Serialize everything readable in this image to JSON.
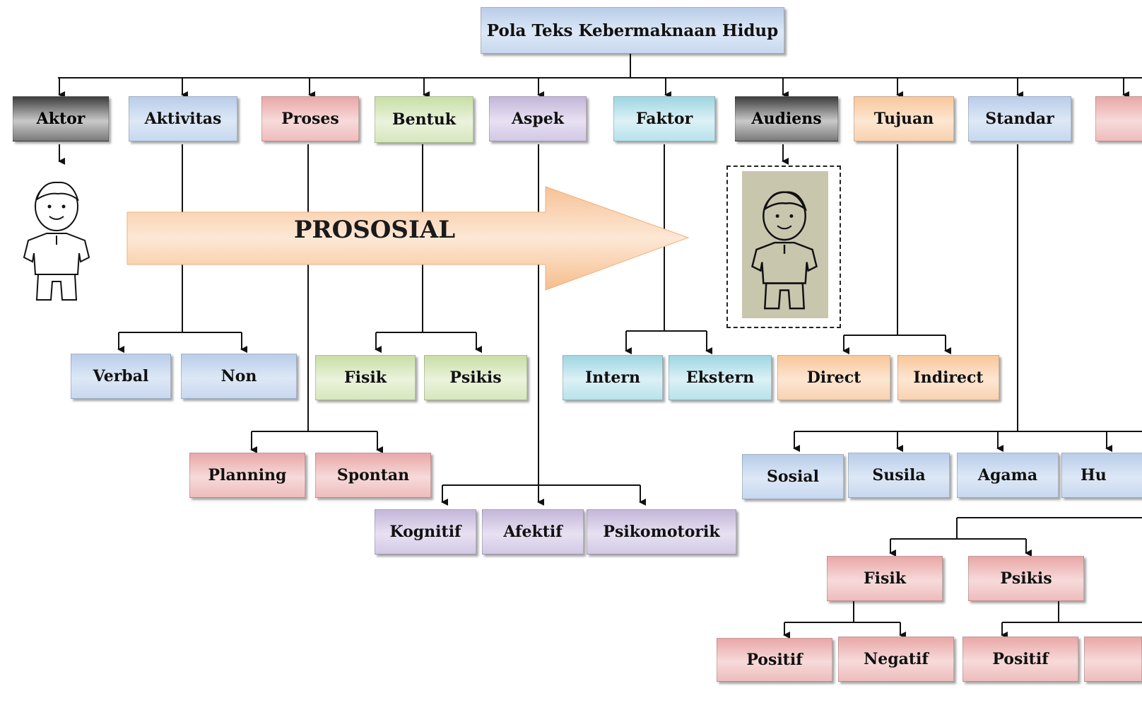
{
  "title": "Pola Teks Kebermaknaan Hidup",
  "categories": {
    "aktor": "Aktor",
    "aktivitas": "Aktivitas",
    "proses": "Proses",
    "bentuk": "Bentuk",
    "aspek": "Aspek",
    "faktor": "Faktor",
    "audiens": "Audiens",
    "tujuan": "Tujuan",
    "standar": "Standar"
  },
  "banner": {
    "label": "PROSOSIAL"
  },
  "aktivitas_items": [
    "Verbal",
    "Non"
  ],
  "bentuk_items": [
    "Fisik",
    "Psikis"
  ],
  "faktor_items": [
    "Intern",
    "Ekstern"
  ],
  "tujuan_items": [
    "Direct",
    "Indirect"
  ],
  "proses_items": [
    "Planning",
    "Spontan"
  ],
  "aspek_items": [
    "Kognitif",
    "Afektif",
    "Psikomotorik"
  ],
  "standar_items": [
    "Sosial",
    "Susila",
    "Agama",
    "Hu"
  ],
  "dampak_items": [
    "Fisik",
    "Psikis"
  ],
  "fisik_items": [
    "Positif",
    "Negatif"
  ],
  "psikis_items": [
    "Positif"
  ],
  "icons": {
    "aktor": "person-icon",
    "audiens": "person-photo-icon"
  },
  "colors": {
    "blue": "#c7d8ef",
    "red": "#eebcbc",
    "green": "#d7e7bd",
    "purple": "#d2c8e4",
    "cyan": "#b8e2eb",
    "orange": "#f8d2b0",
    "gray": "#7a7a7a",
    "arrow": "#f8c9a0"
  }
}
